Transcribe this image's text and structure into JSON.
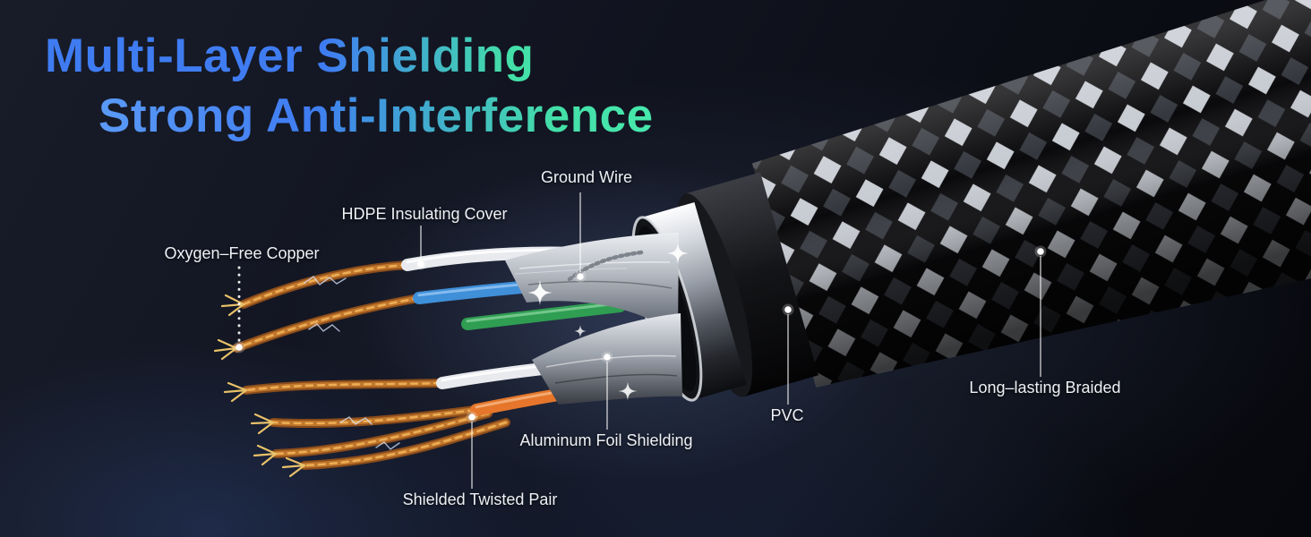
{
  "title": {
    "line1": "Multi-Layer Shielding",
    "line2": "Strong Anti-Interference"
  },
  "callouts": [
    {
      "id": "ground-wire",
      "text": "Ground Wire"
    },
    {
      "id": "hdpe-insulating-cover",
      "text": "HDPE Insulating Cover"
    },
    {
      "id": "oxygen-free-copper",
      "text": "Oxygen–Free Copper"
    },
    {
      "id": "long-lasting-braided",
      "text": "Long–lasting Braided"
    },
    {
      "id": "pvc",
      "text": "PVC"
    },
    {
      "id": "aluminum-foil-shielding",
      "text": "Aluminum Foil Shielding"
    },
    {
      "id": "shielded-twisted-pair",
      "text": "Shielded Twisted Pair"
    }
  ],
  "colors": {
    "title_gradient_start": "#3f7cf2",
    "title_gradient_end": "#43dfa8",
    "label_text": "#eef1f5",
    "background_dark": "#0b0e16",
    "wire_blue": "#3f8fd9",
    "wire_green": "#2f9e52",
    "wire_orange": "#e5762b",
    "wire_white": "#e8eaee",
    "copper": "#b0702c",
    "foil_silver": "#d5d9df",
    "braid_light": "#c7cbd2",
    "braid_dark": "#0a0a0c"
  }
}
